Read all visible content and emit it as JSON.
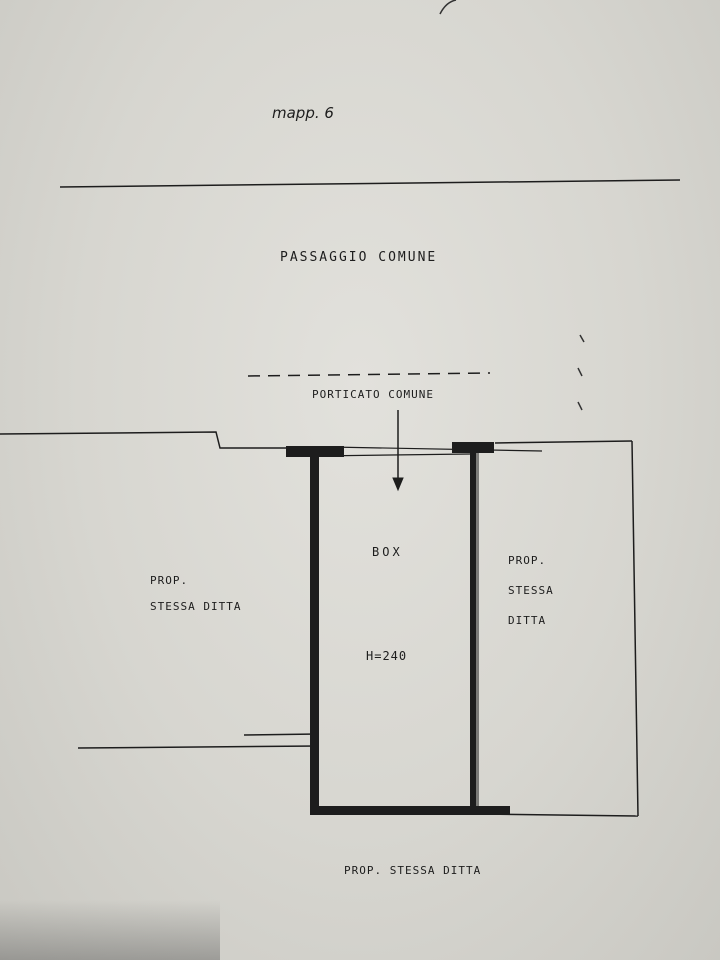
{
  "labels": {
    "map_ref": "mapp. 6",
    "passage": "PASSAGGIO COMUNE",
    "portico": "PORTICATO COMUNE",
    "box": "BOX",
    "height": "H=240",
    "left_prop_line1": "PROP.",
    "left_prop_line2": "STESSA DITTA",
    "right_prop_line1": "PROP.",
    "right_prop_line2": "STESSA",
    "right_prop_line3": "DITTA",
    "bottom_prop": "PROP. STESSA DITTA"
  },
  "colors": {
    "ink": "#1d1d1d",
    "paper": "#dcdbd6"
  }
}
